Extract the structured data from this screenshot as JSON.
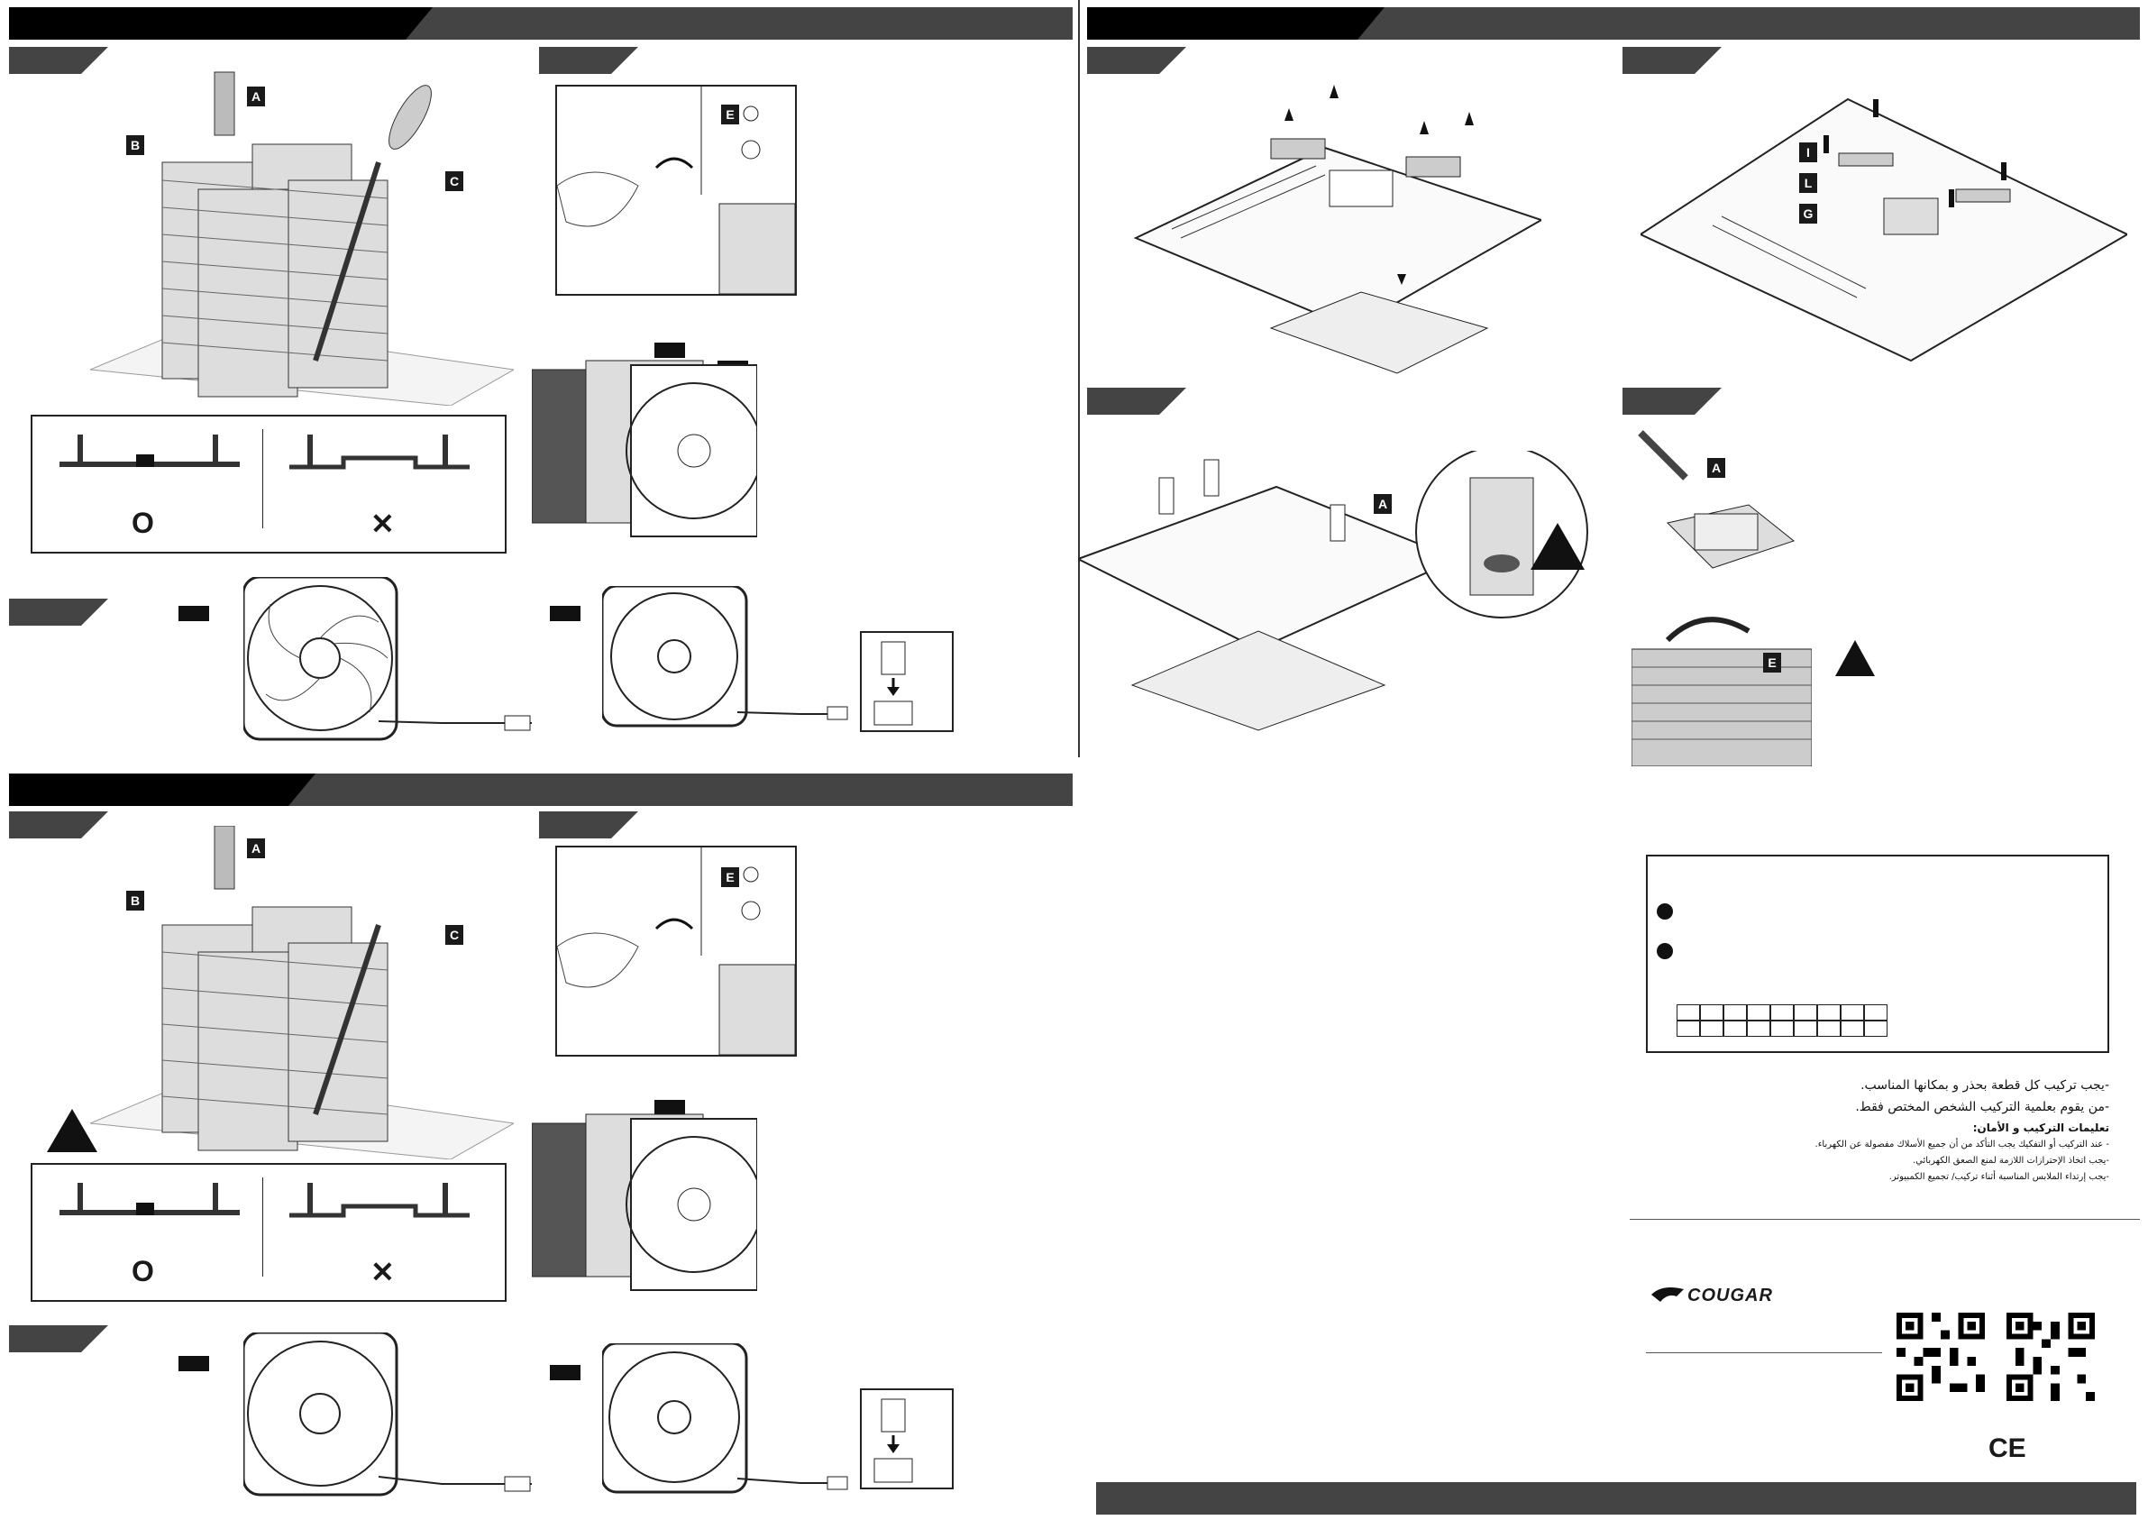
{
  "colors": {
    "header_dark": "#000000",
    "header_grey": "#444444",
    "line": "#222222",
    "accent": "#111111"
  },
  "labels": {
    "step_a1_letter": "A",
    "step_a1_letter2": "B",
    "step_a1_letter3": "C",
    "step_b1_letter": "E",
    "step_b2_letter": "A",
    "mb_letters": [
      "I",
      "L",
      "G"
    ],
    "ok_mark": "O",
    "bad_mark": "✕",
    "warn_mark": "!"
  },
  "arabic": {
    "line1": "-يجب تركيب كل قطعة بحذر و بمكانها المناسب.",
    "line2": "-من يقوم بعلمية التركيب الشخص المختص فقط.",
    "heading": "تعليمات التركيب و الأمان:",
    "line3": "- عند التركيب أو التفكيك يجب التأكد من أن جميع الأسلاك مفصولة عن الكهرباء.",
    "line4": "-يجب اتخاذ الإحترازات اللازمة لمنع الصعق الكهربائي.",
    "line5": "-يجب إرتداء الملابس المناسبة أثناء تركيب/ تجميع الكمبيوتر."
  },
  "brand": {
    "name": "COUGAR",
    "ce_mark": "CE"
  },
  "icons": [
    "warning-icon",
    "qr-code-icon",
    "cougar-logo-icon",
    "ce-mark-icon",
    "screwdriver-icon",
    "fan-icon",
    "connector-icon"
  ]
}
